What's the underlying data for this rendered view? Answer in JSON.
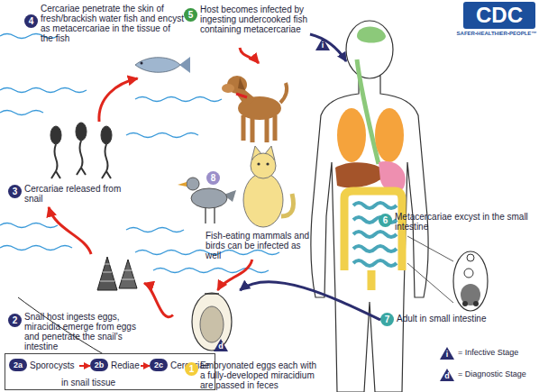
{
  "diagram": {
    "nodes": [
      {
        "text": [
          "4",
          "Cercariae penetrate the skin of fresh/brackish water fish and encyst as metacercariae in the tissue of the fish"
        ]
      },
      {
        "text": [
          "5",
          "Host becomes infected by ingesting undercooked fish containing metacercariae"
        ]
      },
      {
        "text": [
          "3",
          "Cercariae released from snail"
        ]
      },
      {
        "text": [
          "8",
          "Fish-eating mammals and birds can be infected as well"
        ]
      },
      {
        "text": [
          "6",
          "Metacercariae excyst in the small intestine"
        ]
      },
      {
        "text": [
          "2",
          "Snail host ingests eggs, miracidia emerge from eggs and penetrate the snail's intestine"
        ]
      },
      {
        "text": [
          "7",
          "Adult in small intestine"
        ]
      },
      {
        "text": [
          "in snail tissue"
        ]
      },
      {
        "text": [
          "2a",
          "Sporocysts"
        ],
        "in": 7
      },
      {
        "text": [
          "2b",
          "Rediae"
        ],
        "in": 7
      },
      {
        "text": [
          "2c",
          "Cercariae"
        ],
        "in": 7
      },
      {
        "text": [
          "1",
          "Embryonated eggs each with a fully-developed miracidium are passed in feces"
        ]
      }
    ],
    "edges": [
      {
        "from": 11,
        "to": 5,
        "arrow": "to"
      },
      {
        "from": 5,
        "to": 2,
        "arrow": "to"
      },
      {
        "from": 2,
        "to": 0,
        "arrow": "to"
      },
      {
        "from": 1,
        "to": 3,
        "arrow": "to"
      },
      {
        "from": 3,
        "to": 11,
        "arrow": "to"
      },
      {
        "from": 6,
        "to": 11,
        "arrow": "to"
      },
      {
        "from": 8,
        "to": 9,
        "arrow": "to"
      },
      {
        "from": 9,
        "to": 10,
        "arrow": "to"
      }
    ],
    "labels": [
      "CDC",
      "SAFER•HEALTHIER•PEOPLE™",
      "i",
      "d",
      "i",
      "d"
    ],
    "legend": [
      {
        "text": "= Infective Stage"
      },
      {
        "text": "= Diagnostic Stage"
      }
    ]
  }
}
